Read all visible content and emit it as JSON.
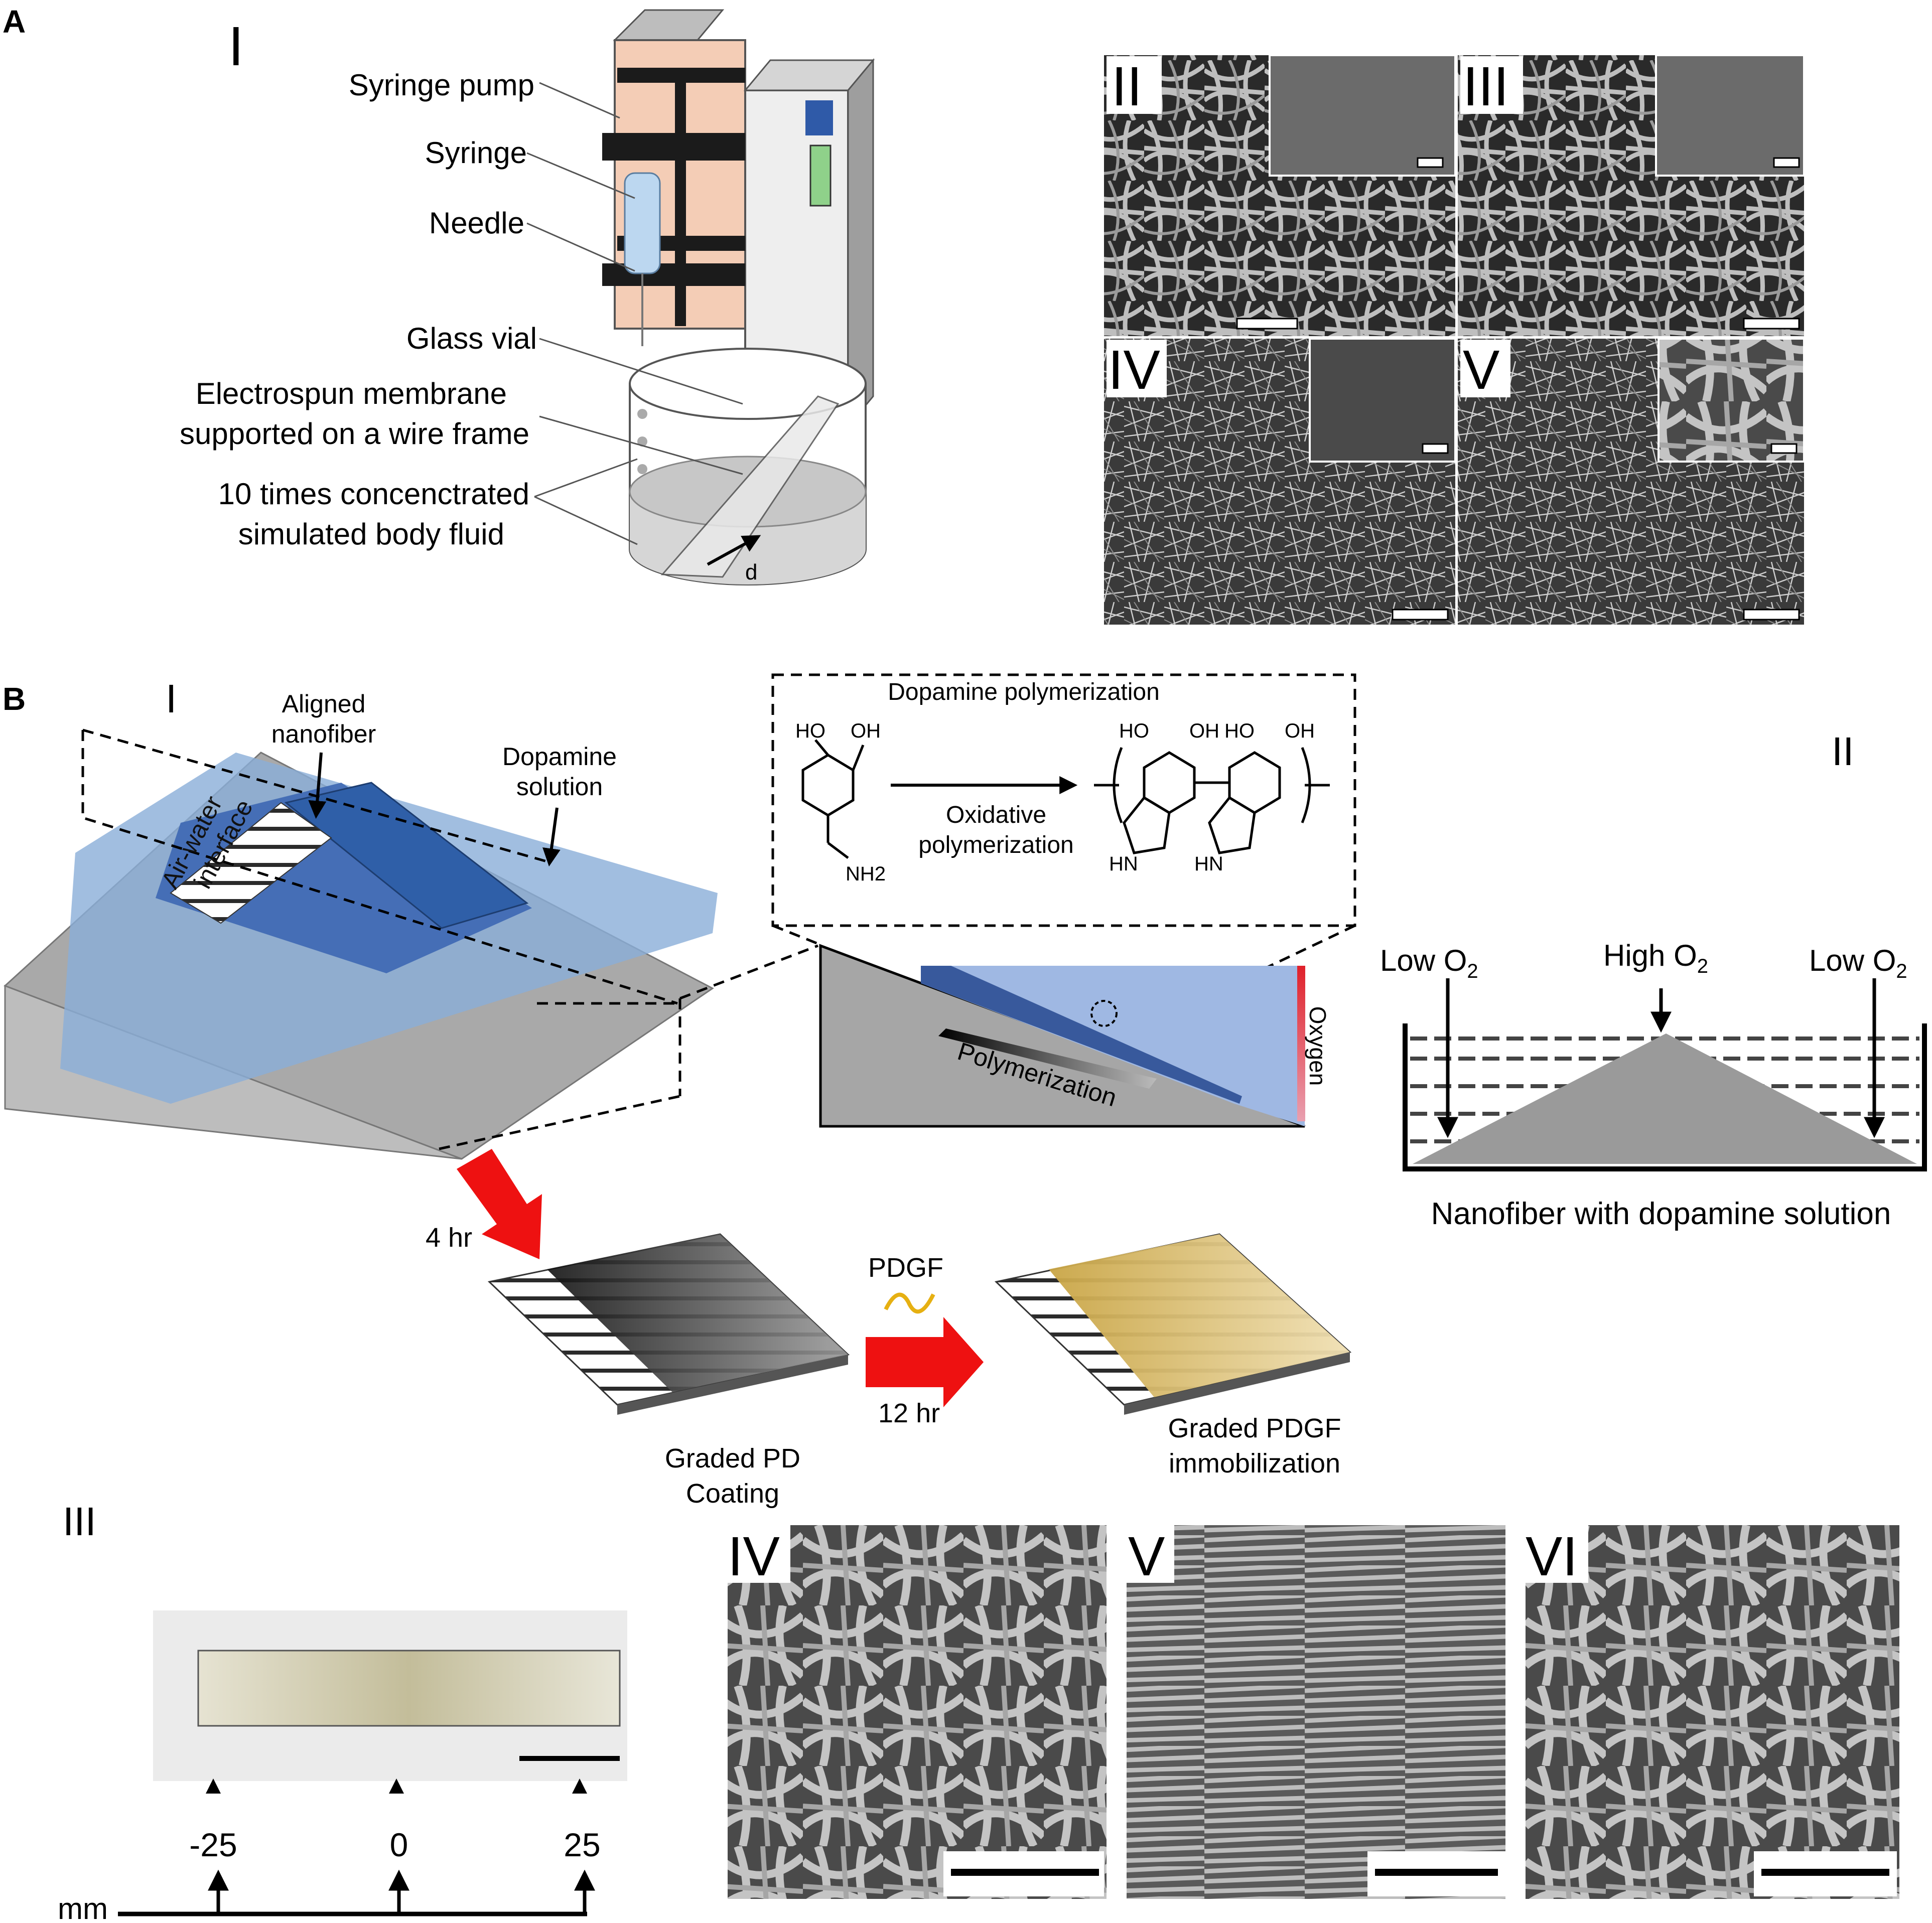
{
  "panelA": {
    "letter": "A",
    "sub_I": "I",
    "labels": {
      "syringe_pump": "Syringe pump",
      "syringe": "Syringe",
      "needle": "Needle",
      "glass_vial": "Glass vial",
      "membrane_1": "Electrospun membrane",
      "membrane_2": "supported on a wire frame",
      "fluid_1": "10 times concenctrated",
      "fluid_2": "simulated body fluid",
      "d": "d"
    },
    "sem_panels": [
      "II",
      "III",
      "IV",
      "V"
    ]
  },
  "panelB": {
    "letter": "B",
    "sub_I": "I",
    "sub_II": "II",
    "sub_III": "III",
    "aligned_1": "Aligned",
    "aligned_2": "nanofiber",
    "dopamine_1": "Dopamine",
    "dopamine_2": "solution",
    "air_water_1": "Air-water",
    "air_water_2": "interface",
    "inset_title": "Dopamine polymerization",
    "oxidative_1": "Oxidative",
    "oxidative_2": "polymerization",
    "chem": {
      "ho": "HO",
      "oh": "OH",
      "nh2": "NH2",
      "hn": "HN"
    },
    "polymerization": "Polymerization",
    "oxygen": "Oxygen",
    "time_4hr": "4 hr",
    "pdgf": "PDGF",
    "time_12hr": "12 hr",
    "graded_pd_1": "Graded PD",
    "graded_pd_2": "Coating",
    "graded_pdgf_1": "Graded PDGF",
    "graded_pdgf_2": "immobilization",
    "low_o2": "Low O",
    "high_o2": "High O",
    "o2_sub": "2",
    "nanofiber_caption": "Nanofiber with dopamine solution",
    "axis_unit": "mm",
    "axis_ticks": [
      "-25",
      "0",
      "25"
    ],
    "sem_panels": [
      "IV",
      "V",
      "VI"
    ]
  }
}
